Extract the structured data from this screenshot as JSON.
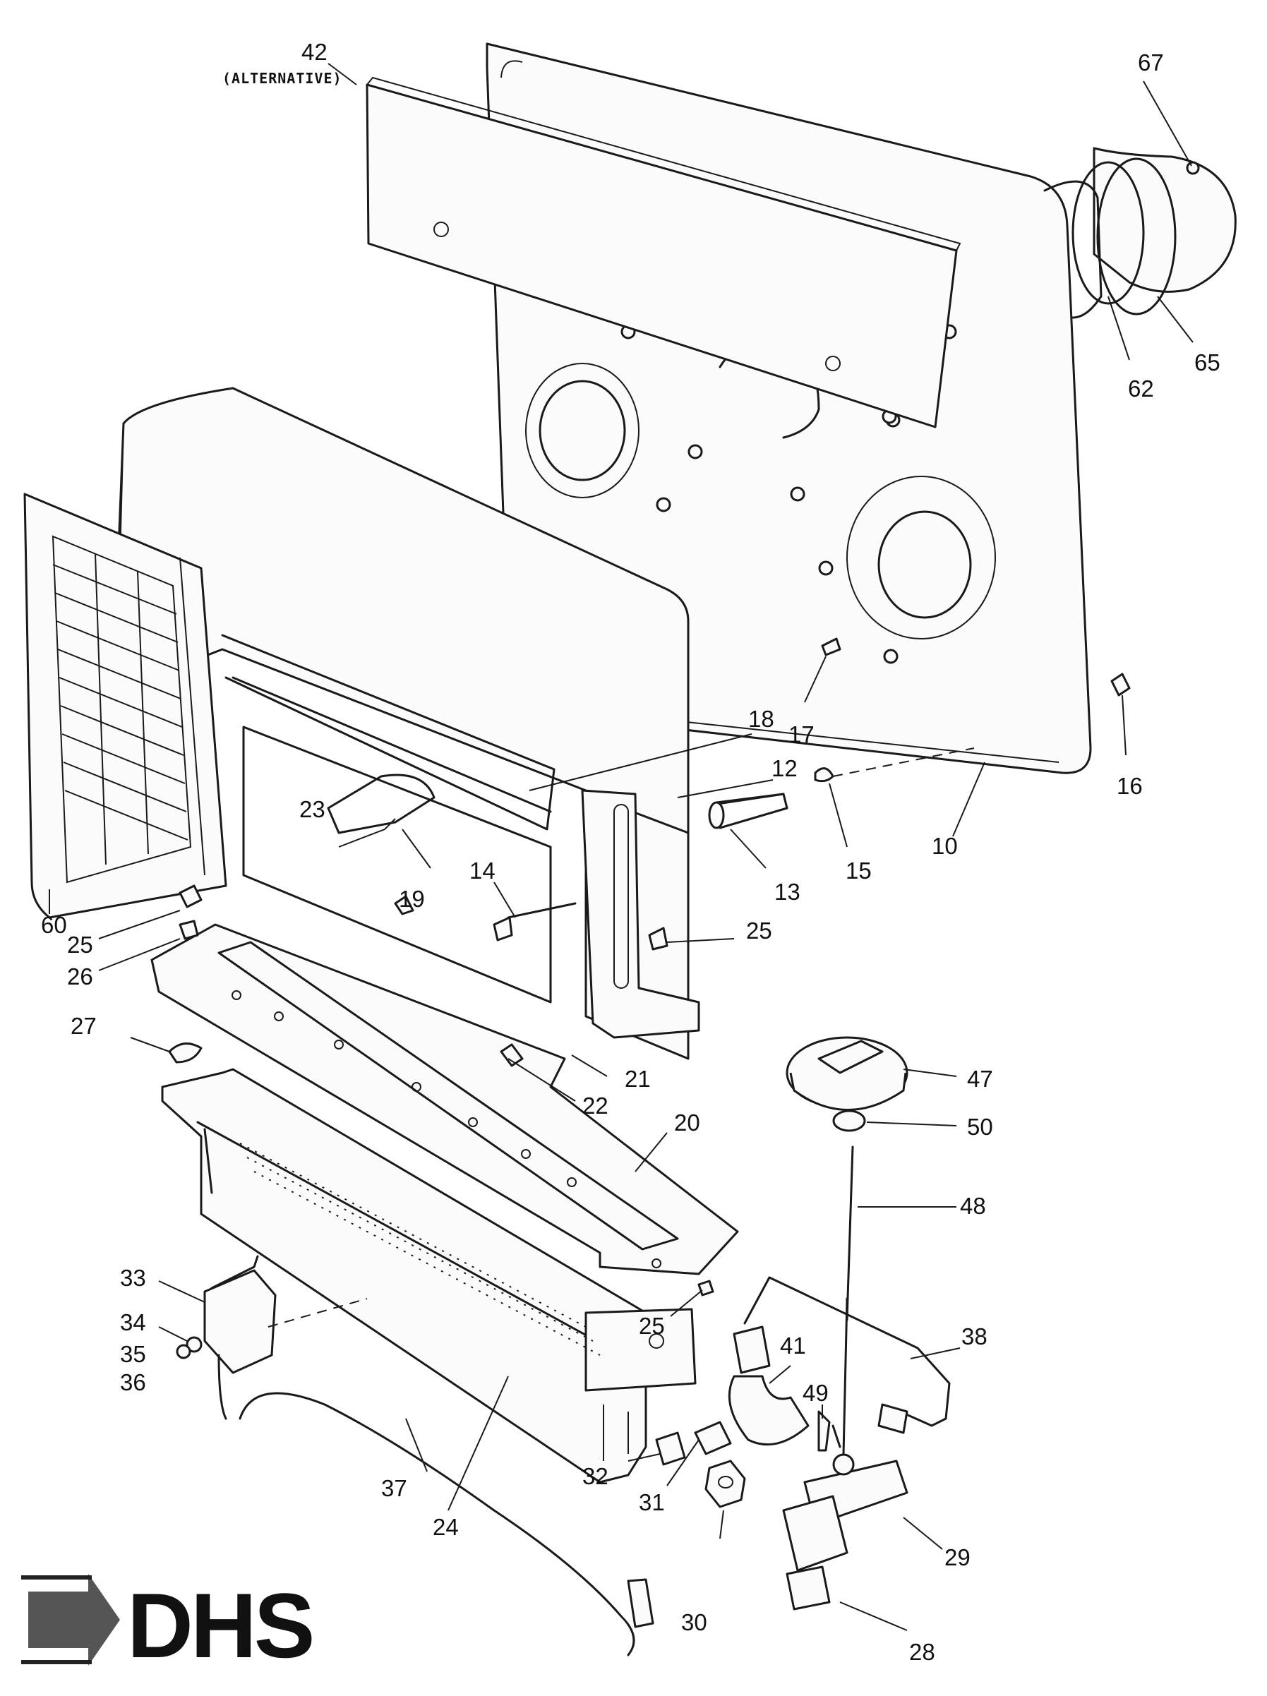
{
  "diagram": {
    "callouts": [
      {
        "id": "42",
        "label": "42",
        "note": "(ALTERNATIVE)"
      },
      {
        "id": "67",
        "label": "67"
      },
      {
        "id": "62",
        "label": "62"
      },
      {
        "id": "65",
        "label": "65"
      },
      {
        "id": "18",
        "label": "18"
      },
      {
        "id": "12",
        "label": "12"
      },
      {
        "id": "17",
        "label": "17"
      },
      {
        "id": "16",
        "label": "16"
      },
      {
        "id": "23",
        "label": "23"
      },
      {
        "id": "19",
        "label": "19"
      },
      {
        "id": "14",
        "label": "14"
      },
      {
        "id": "13",
        "label": "13"
      },
      {
        "id": "15",
        "label": "15"
      },
      {
        "id": "10",
        "label": "10"
      },
      {
        "id": "60",
        "label": "60"
      },
      {
        "id": "25a",
        "label": "25"
      },
      {
        "id": "26",
        "label": "26"
      },
      {
        "id": "25b",
        "label": "25"
      },
      {
        "id": "27",
        "label": "27"
      },
      {
        "id": "21",
        "label": "21"
      },
      {
        "id": "22",
        "label": "22"
      },
      {
        "id": "20",
        "label": "20"
      },
      {
        "id": "47",
        "label": "47"
      },
      {
        "id": "50",
        "label": "50"
      },
      {
        "id": "48",
        "label": "48"
      },
      {
        "id": "33",
        "label": "33"
      },
      {
        "id": "34",
        "label": "34"
      },
      {
        "id": "35",
        "label": "35"
      },
      {
        "id": "36",
        "label": "36"
      },
      {
        "id": "25c",
        "label": "25"
      },
      {
        "id": "38",
        "label": "38"
      },
      {
        "id": "41",
        "label": "41"
      },
      {
        "id": "49",
        "label": "49"
      },
      {
        "id": "37",
        "label": "37"
      },
      {
        "id": "24",
        "label": "24"
      },
      {
        "id": "32",
        "label": "32"
      },
      {
        "id": "31",
        "label": "31"
      },
      {
        "id": "29",
        "label": "29"
      },
      {
        "id": "30",
        "label": "30"
      },
      {
        "id": "28",
        "label": "28"
      }
    ]
  },
  "logo": {
    "text": "DHS",
    "arrow_color": "#555555",
    "text_color": "#111111"
  }
}
